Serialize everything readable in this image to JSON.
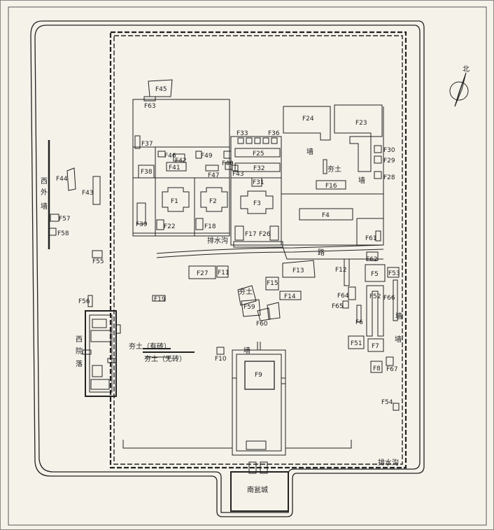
{
  "map": {
    "north_label": "北",
    "features": {
      "F1": "F1",
      "F2": "F2",
      "F3": "F3",
      "F4": "F4",
      "F5": "F5",
      "F6": "F6",
      "F7": "F7",
      "F8": "F8",
      "F9": "F9",
      "F10": "F10",
      "F11": "F11",
      "F12": "F12",
      "F13": "F13",
      "F14": "F14",
      "F15": "F15",
      "F16": "F16",
      "F17": "F17",
      "F18": "F18",
      "F19": "F19",
      "F22": "F22",
      "F23": "F23",
      "F24": "F24",
      "F25": "F25",
      "F26": "F26",
      "F27": "F27",
      "F28": "F28",
      "F29": "F29",
      "F30": "F30",
      "F31": "F31",
      "F32": "F32",
      "F33": "F33",
      "F36": "F36",
      "F37": "F37",
      "F38": "F38",
      "F39": "F39",
      "F40": "F40",
      "F41": "F41",
      "F42": "F42",
      "F43a": "F43",
      "F43b": "F43",
      "F44": "F44",
      "F45": "F45",
      "F46": "F46",
      "F47": "F47",
      "F49": "F49",
      "F51": "F51",
      "F52": "F52",
      "F53": "F53",
      "F54": "F54",
      "F55": "F55",
      "F56": "F56",
      "F57": "F57",
      "F58": "F58",
      "F59": "F59",
      "F60": "F60",
      "F61": "F61",
      "F62": "F62",
      "F63": "F63",
      "F64": "F64",
      "F65": "F65",
      "F66": "F66",
      "F67": "F67"
    },
    "annotations": {
      "wall_1": "墙",
      "wall_2": "墙",
      "wall_3": "墙",
      "wall_4": "墙",
      "rammed_earth_1": "夯土",
      "rammed_earth_2": "夯土",
      "rammed_earth_brick": "夯土（有砖）",
      "rammed_earth_nobrick": "夯土（无砖）",
      "drain_1": "排水沟",
      "drain_2": "排水沟",
      "road": "路",
      "west_outer_wall": [
        "西",
        "外",
        "墙"
      ],
      "west_courtyard": [
        "西",
        "院",
        "落"
      ],
      "south_enclosure": "南瓮城"
    }
  }
}
